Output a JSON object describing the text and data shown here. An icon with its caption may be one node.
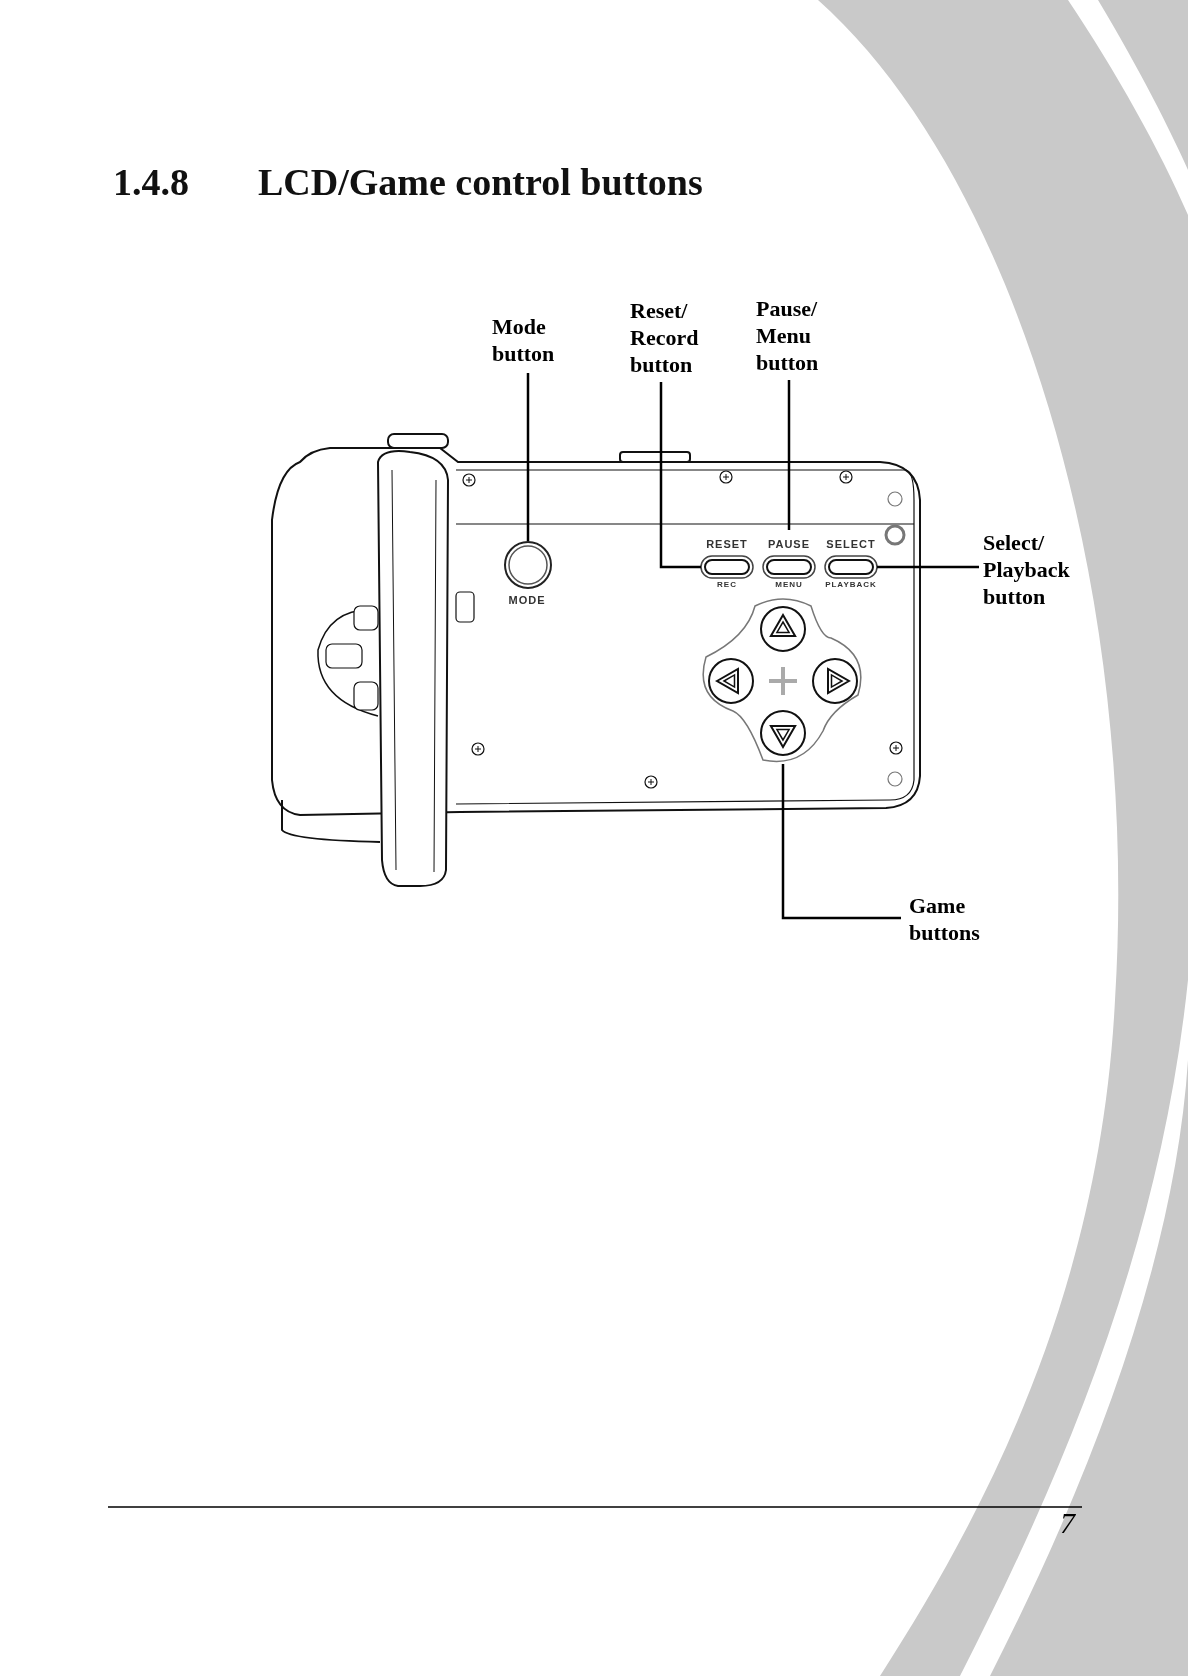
{
  "diagram": {
    "title": "LCD/Game control buttons",
    "nodes": [
      {
        "text": [
          "Mode button"
        ]
      },
      {
        "text": [
          "Reset/ Record button"
        ]
      },
      {
        "text": [
          "Pause/ Menu button"
        ]
      },
      {
        "text": [
          "Select/ Playback button"
        ]
      },
      {
        "text": [
          "Game buttons"
        ]
      },
      {
        "text": [],
        "shape": "circle"
      },
      {
        "text": [],
        "shape": "oval"
      },
      {
        "text": [],
        "shape": "oval"
      },
      {
        "text": [],
        "shape": "oval"
      },
      {
        "text": [],
        "shape": "cross"
      }
    ],
    "edges": [
      {
        "from": 0,
        "to": 5,
        "arrow": "none"
      },
      {
        "from": 1,
        "to": 6,
        "arrow": "none"
      },
      {
        "from": 2,
        "to": 7,
        "arrow": "none"
      },
      {
        "from": 3,
        "to": 8,
        "arrow": "none"
      },
      {
        "from": 4,
        "to": 9,
        "arrow": "none"
      }
    ],
    "labels": [
      "1.4.8",
      "RESET",
      "PAUSE",
      "SELECT",
      "MODE",
      "REC",
      "MENU",
      "PLAYBACK",
      "7"
    ]
  }
}
